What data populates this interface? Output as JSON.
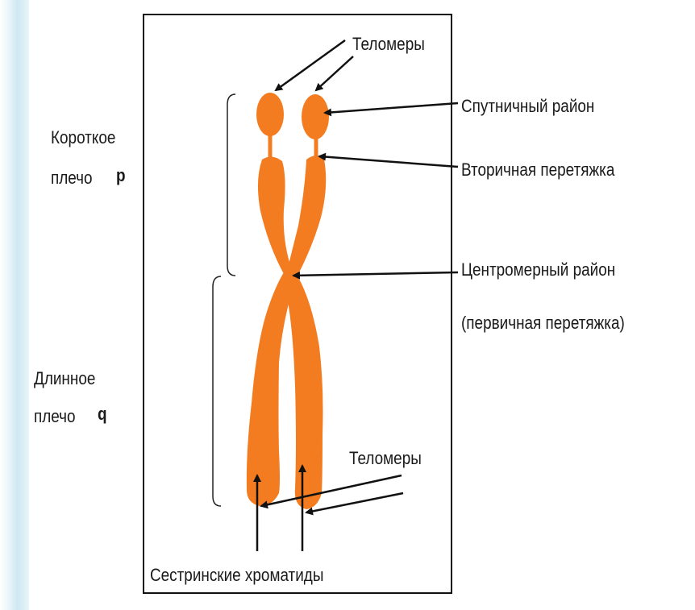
{
  "labels": {
    "telomeres_top": "Теломеры",
    "satellite": "Спутничный район",
    "secondary_constriction": "Вторичная перетяжка",
    "centromere": "Центромерный район",
    "primary_constriction": "(первичная перетяжка)",
    "telomeres_bottom": "Теломеры",
    "sister_chromatids": "Сестринские хроматиды",
    "short_arm_line1": "Короткое",
    "short_arm_line2": "плечо",
    "short_arm_letter": "p",
    "long_arm_line1": "Длинное",
    "long_arm_line2": "плечо",
    "long_arm_letter": "q"
  },
  "colors": {
    "chromosome": "#f47c20",
    "arrows": "#111111",
    "side_bar": "#cfe8f1"
  }
}
